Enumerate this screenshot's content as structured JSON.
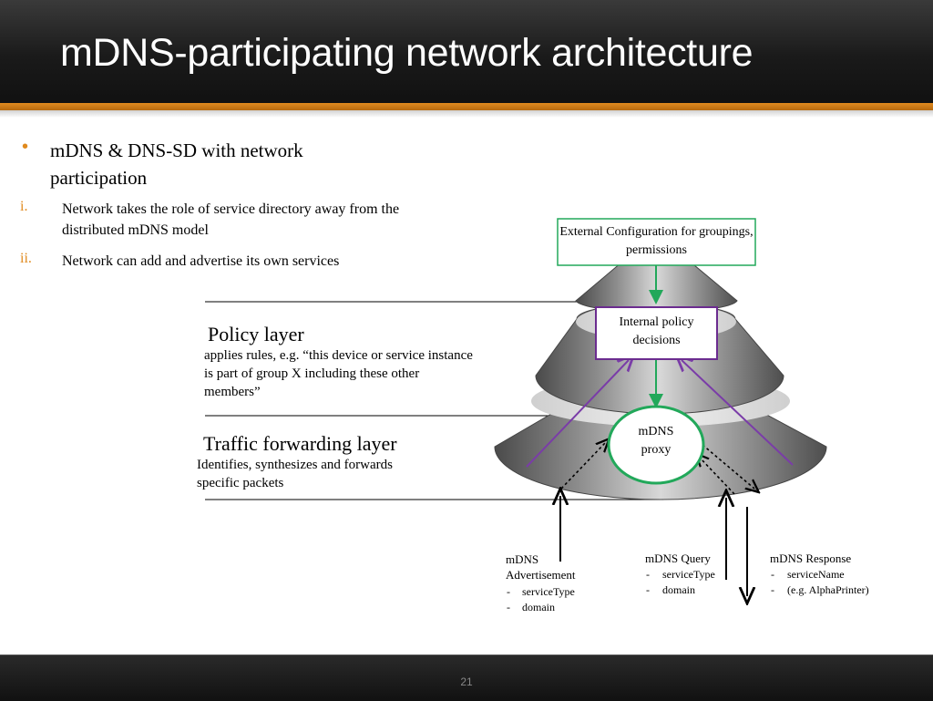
{
  "slide": {
    "title": "mDNS-participating network architecture",
    "slide_number": "21"
  },
  "bullets": {
    "main": {
      "marker": "•",
      "text": "mDNS & DNS-SD with network participation"
    },
    "sub": [
      {
        "marker": "i.",
        "text": "Network takes the role of service directory away from the distributed mDNS model"
      },
      {
        "marker": "ii.",
        "text": "Network can add and advertise its own services"
      }
    ]
  },
  "layers": {
    "policy": {
      "title": "Policy layer",
      "description": "applies rules, e.g. “this device or service instance is part of group X including these other members”"
    },
    "traffic": {
      "title": "Traffic forwarding layer",
      "description": "Identifies, synthesizes and forwards specific packets"
    }
  },
  "diagram": {
    "external_config": "External Configuration for groupings, permissions",
    "internal_policy": "Internal policy decisions",
    "mdns_proxy": "mDNS proxy",
    "advertisement": {
      "title": "mDNS Advertisement",
      "items": [
        "serviceType",
        "domain"
      ]
    },
    "query": {
      "title": "mDNS Query",
      "items": [
        "serviceType",
        "domain"
      ]
    },
    "response": {
      "title": "mDNS Response",
      "items": [
        "serviceName",
        "(e.g. AlphaPrinter)"
      ]
    },
    "list_marker": "-",
    "colors": {
      "external_box_border": "#22a85a",
      "policy_box_border": "#6b2c8f",
      "proxy_border": "#22a85a",
      "green_arrow": "#22a85a",
      "purple_arrow": "#7a3ca8",
      "accent": "#e08a1e"
    }
  }
}
